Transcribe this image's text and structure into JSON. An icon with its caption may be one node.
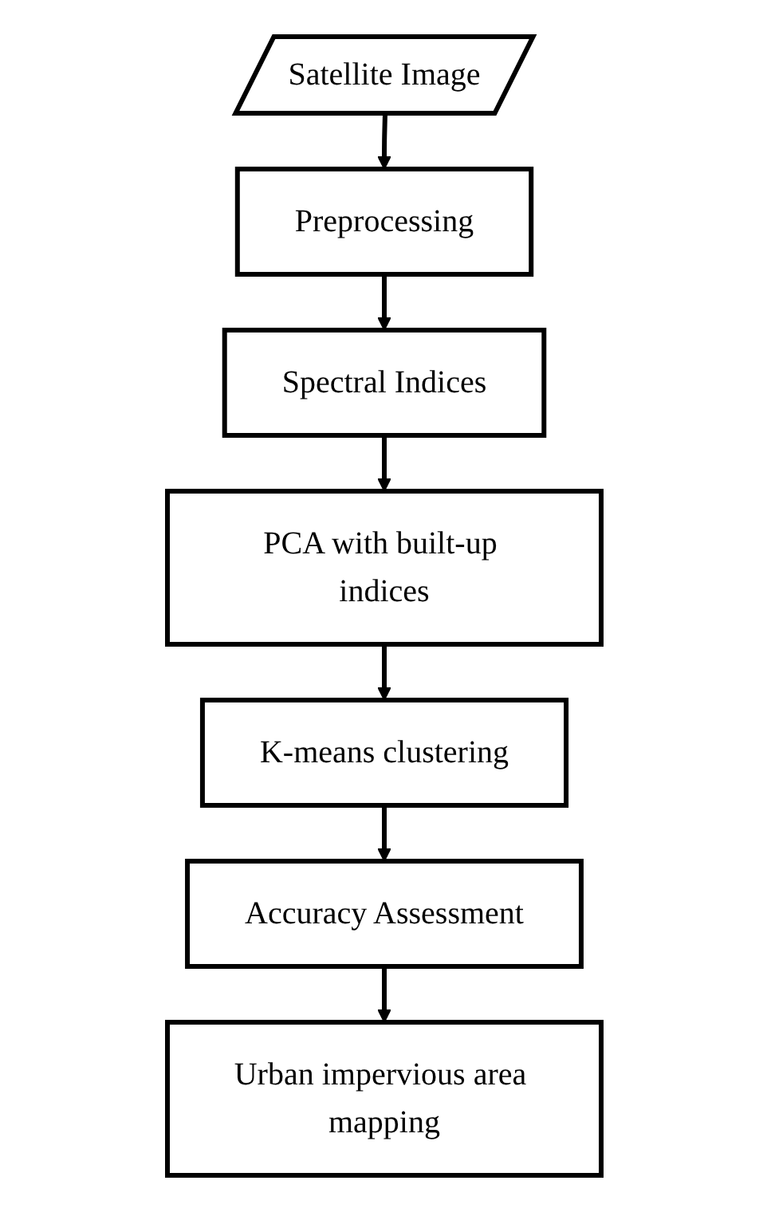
{
  "diagram": {
    "nodes": [
      {
        "text": [
          "Satellite Image"
        ]
      },
      {
        "text": [
          "Preprocessing"
        ]
      },
      {
        "text": [
          "Spectral Indices"
        ]
      },
      {
        "text": [
          "PCA with built-up indices"
        ]
      },
      {
        "text": [
          "K-means clustering"
        ]
      },
      {
        "text": [
          "Accuracy Assessment"
        ]
      },
      {
        "text": [
          "Urban impervious area mapping"
        ]
      }
    ],
    "edges": [
      {
        "from": 0,
        "to": 1,
        "arrow": "to"
      },
      {
        "from": 1,
        "to": 2,
        "arrow": "to"
      },
      {
        "from": 2,
        "to": 3,
        "arrow": "to"
      },
      {
        "from": 3,
        "to": 4,
        "arrow": "to"
      },
      {
        "from": 4,
        "to": 5,
        "arrow": "to"
      },
      {
        "from": 5,
        "to": 6,
        "arrow": "to"
      }
    ]
  }
}
